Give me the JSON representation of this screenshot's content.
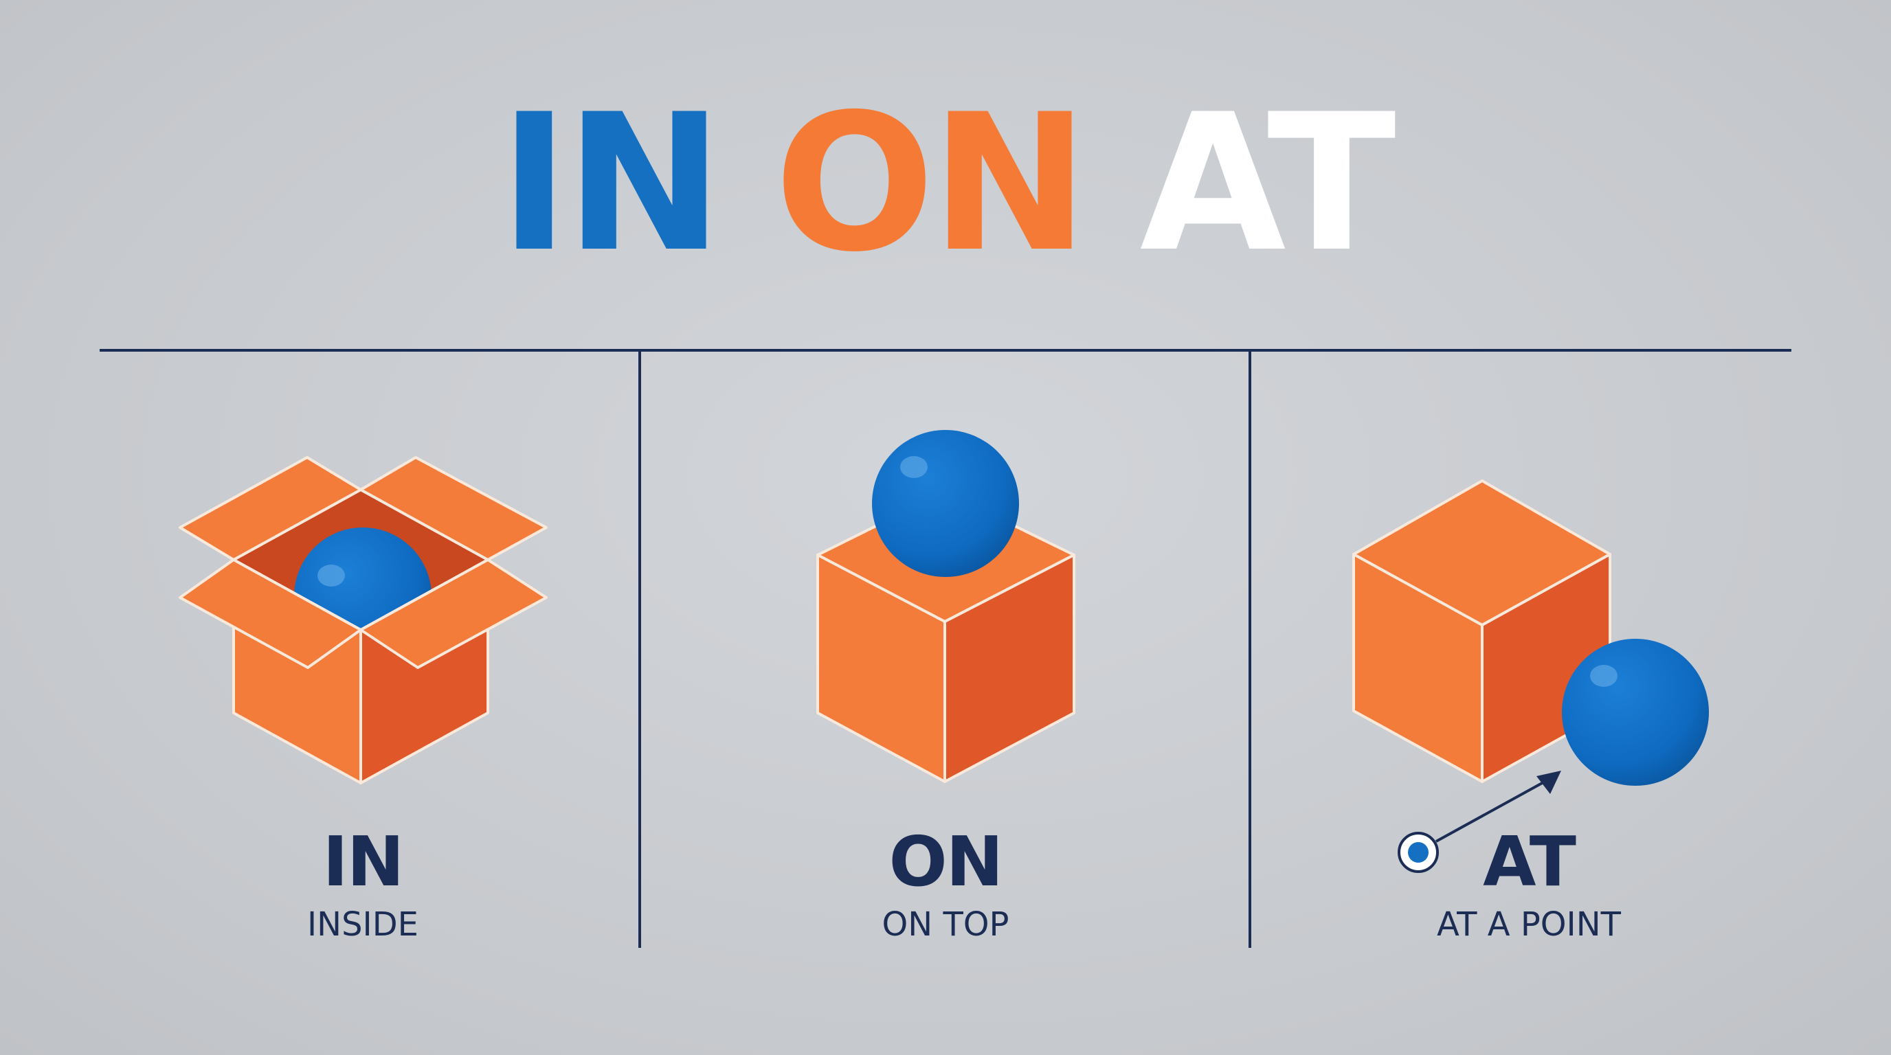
{
  "title": {
    "words": [
      "IN",
      "ON",
      "AT"
    ],
    "colors": [
      "#1570c2",
      "#f47a35",
      "#ffffff"
    ]
  },
  "panels": [
    {
      "word": "IN",
      "description": "INSIDE"
    },
    {
      "word": "ON",
      "description": "ON TOP"
    },
    {
      "word": "AT",
      "description": "AT A POINT"
    }
  ],
  "colors": {
    "box_light": "#f47c3a",
    "box_dark": "#e0582a",
    "box_inner": "#c9481f",
    "ball": "#0f6cc4",
    "ball_dark": "#0b57a0",
    "label": "#1b2c55",
    "divider": "#1c2d55"
  },
  "icons": [
    "open-box-icon",
    "ball-icon",
    "cube-icon",
    "target-dot-icon",
    "pointer-arrow-icon"
  ]
}
